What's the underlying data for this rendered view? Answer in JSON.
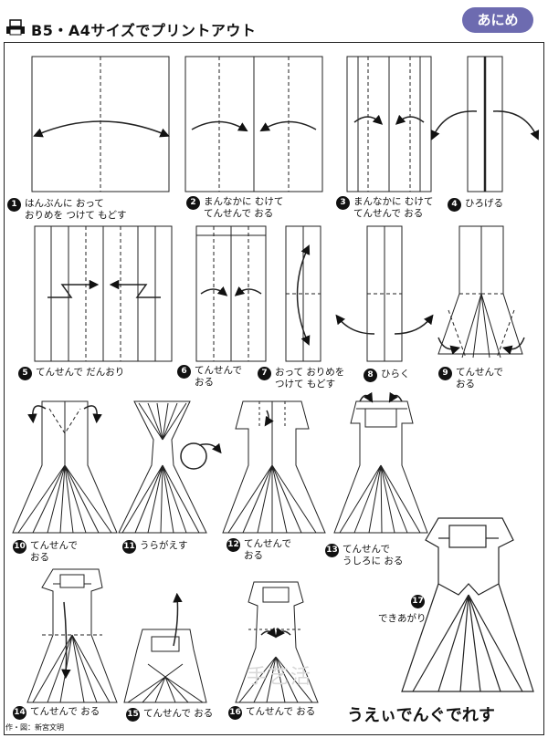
{
  "header": {
    "title": "B5・A4サイズでプリントアウト",
    "badge": "あにめ"
  },
  "steps": [
    {
      "num": "1",
      "label": "はんぶんに おって\nおりめを つけて もどす"
    },
    {
      "num": "2",
      "label": "まんなかに むけて\nてんせんで おる"
    },
    {
      "num": "3",
      "label": "まんなかに むけて\nてんせんで おる"
    },
    {
      "num": "4",
      "label": "ひろげる"
    },
    {
      "num": "5",
      "label": "てんせんで だんおり"
    },
    {
      "num": "6",
      "label": "てんせんで\nおる"
    },
    {
      "num": "7",
      "label": "おって おりめを\nつけて もどす"
    },
    {
      "num": "8",
      "label": "ひらく"
    },
    {
      "num": "9",
      "label": "てんせんで\nおる"
    },
    {
      "num": "10",
      "label": "てんせんで\nおる"
    },
    {
      "num": "11",
      "label": "うらがえす"
    },
    {
      "num": "12",
      "label": "てんせんで\nおる"
    },
    {
      "num": "13",
      "label": "てんせんで\nうしろに おる"
    },
    {
      "num": "14",
      "label": "てんせんで おる"
    },
    {
      "num": "15",
      "label": "てんせんで おる"
    },
    {
      "num": "16",
      "label": "てんせんで おる"
    },
    {
      "num": "17",
      "label": "できあがり"
    }
  ],
  "footer": {
    "credit": "作・図：新宮文明",
    "title": "うえぃでんぐでれす",
    "watermark": "手艺活"
  },
  "colors": {
    "badge": "#6d6bb0",
    "line": "#222222"
  }
}
